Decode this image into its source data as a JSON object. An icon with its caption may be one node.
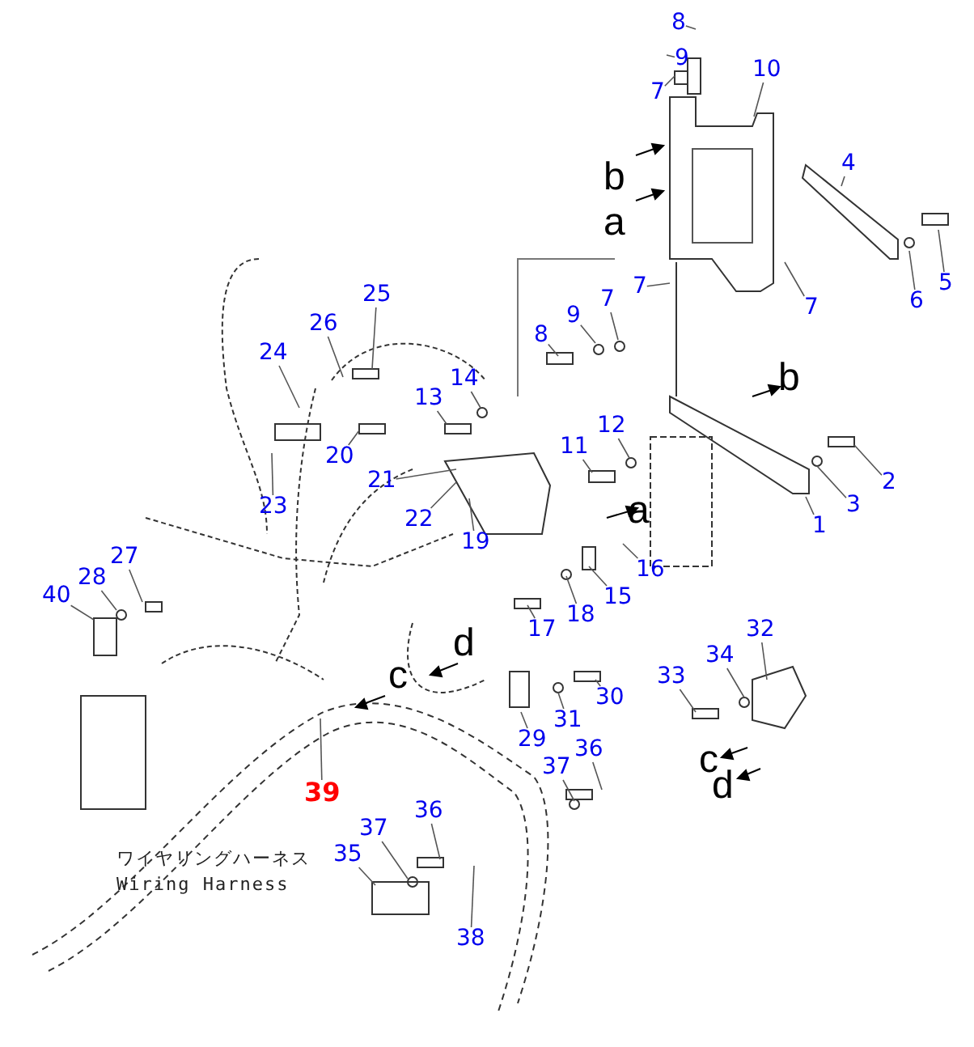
{
  "diagram": {
    "nodes": [
      {
        "text": [
          "8"
        ]
      },
      {
        "text": [
          "9"
        ]
      },
      {
        "text": [
          "7"
        ]
      },
      {
        "text": [
          "10"
        ]
      },
      {
        "text": [
          "4"
        ]
      },
      {
        "text": [
          "5"
        ]
      },
      {
        "text": [
          "6"
        ]
      },
      {
        "text": [
          "7"
        ]
      },
      {
        "text": [
          "7"
        ]
      },
      {
        "text": [
          "8"
        ]
      },
      {
        "text": [
          "9"
        ]
      },
      {
        "text": [
          "7"
        ]
      },
      {
        "text": [
          "25"
        ]
      },
      {
        "text": [
          "26"
        ]
      },
      {
        "text": [
          "24"
        ]
      },
      {
        "text": [
          "14"
        ]
      },
      {
        "text": [
          "13"
        ]
      },
      {
        "text": [
          "11"
        ]
      },
      {
        "text": [
          "12"
        ]
      },
      {
        "text": [
          "2"
        ]
      },
      {
        "text": [
          "20"
        ]
      },
      {
        "text": [
          "21"
        ]
      },
      {
        "text": [
          "3"
        ]
      },
      {
        "text": [
          "23"
        ]
      },
      {
        "text": [
          "1"
        ]
      },
      {
        "text": [
          "22"
        ]
      },
      {
        "text": [
          "19"
        ]
      },
      {
        "text": [
          "16"
        ]
      },
      {
        "text": [
          "15"
        ]
      },
      {
        "text": [
          "18"
        ]
      },
      {
        "text": [
          "27"
        ]
      },
      {
        "text": [
          "17"
        ]
      },
      {
        "text": [
          "28"
        ]
      },
      {
        "text": [
          "40"
        ]
      },
      {
        "text": [
          "32"
        ]
      },
      {
        "text": [
          "34"
        ]
      },
      {
        "text": [
          "33"
        ]
      },
      {
        "text": [
          "30"
        ]
      },
      {
        "text": [
          "31"
        ]
      },
      {
        "text": [
          "29"
        ]
      },
      {
        "text": [
          "36"
        ]
      },
      {
        "text": [
          "37"
        ]
      },
      {
        "text": [
          "39"
        ]
      },
      {
        "text": [
          "36"
        ]
      },
      {
        "text": [
          "37"
        ]
      },
      {
        "text": [
          "35"
        ]
      },
      {
        "text": [
          "38"
        ]
      }
    ],
    "edges": [
      {
        "from": 0,
        "to": null,
        "arrow": "none"
      },
      {
        "from": 1,
        "to": null,
        "arrow": "none"
      },
      {
        "from": 2,
        "to": null,
        "arrow": "none"
      },
      {
        "from": 3,
        "to": null,
        "arrow": "none"
      },
      {
        "from": 4,
        "to": null,
        "arrow": "none"
      },
      {
        "from": 5,
        "to": null,
        "arrow": "none"
      },
      {
        "from": 6,
        "to": null,
        "arrow": "none"
      },
      {
        "from": 7,
        "to": null,
        "arrow": "none"
      },
      {
        "from": 8,
        "to": null,
        "arrow": "none"
      },
      {
        "from": 9,
        "to": null,
        "arrow": "none"
      },
      {
        "from": 10,
        "to": null,
        "arrow": "none"
      },
      {
        "from": 11,
        "to": null,
        "arrow": "none"
      },
      {
        "from": 12,
        "to": null,
        "arrow": "none"
      },
      {
        "from": 13,
        "to": null,
        "arrow": "none"
      },
      {
        "from": 14,
        "to": null,
        "arrow": "none"
      },
      {
        "from": 15,
        "to": null,
        "arrow": "none"
      },
      {
        "from": 16,
        "to": null,
        "arrow": "none"
      },
      {
        "from": 17,
        "to": null,
        "arrow": "none"
      },
      {
        "from": 18,
        "to": null,
        "arrow": "none"
      },
      {
        "from": 19,
        "to": null,
        "arrow": "none"
      },
      {
        "from": 20,
        "to": null,
        "arrow": "none"
      },
      {
        "from": 21,
        "to": null,
        "arrow": "none"
      },
      {
        "from": 22,
        "to": null,
        "arrow": "none"
      },
      {
        "from": 23,
        "to": null,
        "arrow": "none"
      },
      {
        "from": 24,
        "to": null,
        "arrow": "none"
      },
      {
        "from": 25,
        "to": null,
        "arrow": "none"
      },
      {
        "from": 26,
        "to": null,
        "arrow": "none"
      },
      {
        "from": 27,
        "to": null,
        "arrow": "none"
      },
      {
        "from": 28,
        "to": null,
        "arrow": "none"
      },
      {
        "from": 29,
        "to": null,
        "arrow": "none"
      },
      {
        "from": 30,
        "to": null,
        "arrow": "none"
      },
      {
        "from": 31,
        "to": null,
        "arrow": "none"
      },
      {
        "from": 32,
        "to": null,
        "arrow": "none"
      },
      {
        "from": 33,
        "to": null,
        "arrow": "none"
      },
      {
        "from": 34,
        "to": null,
        "arrow": "none"
      },
      {
        "from": 35,
        "to": null,
        "arrow": "none"
      },
      {
        "from": 36,
        "to": null,
        "arrow": "none"
      },
      {
        "from": 37,
        "to": null,
        "arrow": "none"
      },
      {
        "from": 38,
        "to": null,
        "arrow": "none"
      },
      {
        "from": 39,
        "to": null,
        "arrow": "none"
      },
      {
        "from": 40,
        "to": null,
        "arrow": "none"
      },
      {
        "from": 41,
        "to": null,
        "arrow": "none"
      },
      {
        "from": 42,
        "to": null,
        "arrow": "none"
      },
      {
        "from": 43,
        "to": null,
        "arrow": "none"
      },
      {
        "from": 44,
        "to": null,
        "arrow": "none"
      },
      {
        "from": 45,
        "to": null,
        "arrow": "none"
      },
      {
        "from": 46,
        "to": null,
        "arrow": "none"
      }
    ],
    "labels": [
      "b",
      "a",
      "b",
      "a",
      "d",
      "c",
      "c",
      "d",
      "ワイヤリングハーネス",
      "Wiring Harness"
    ]
  }
}
